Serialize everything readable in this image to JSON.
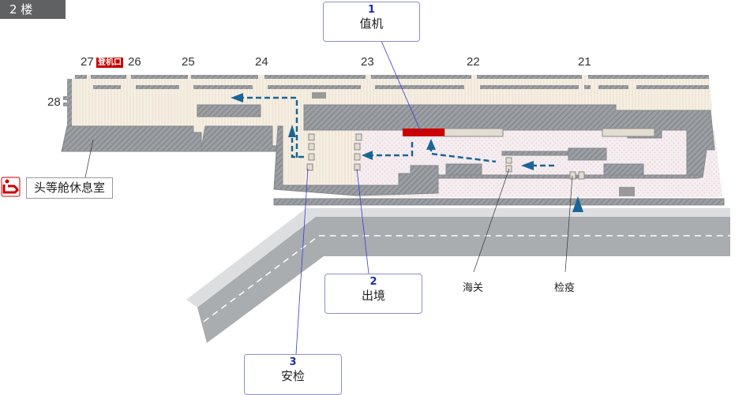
{
  "floor": {
    "label": "2 楼"
  },
  "gates": {
    "g27": "27",
    "g26": "26",
    "g25": "25",
    "g24": "24",
    "g23": "23",
    "g22": "22",
    "g21": "21",
    "g28": "28",
    "boarding_badge": "登机口"
  },
  "callouts": [
    {
      "number": "1",
      "label": "值机"
    },
    {
      "number": "2",
      "label": "出境"
    },
    {
      "number": "3",
      "label": "安检"
    }
  ],
  "labels": {
    "lounge": "头等舱休息室",
    "customs": "海关",
    "quarantine": "检疫"
  },
  "icons": {
    "lounge": "lounge-seat-icon",
    "arrow": "direction-arrow-icon"
  },
  "colors": {
    "wall": "#8f9295",
    "floor": "#f3ecdf",
    "departure_area": "#f4e8ec",
    "arrow": "#1a6596",
    "checkin": "#cc0000",
    "callout_line": "#3a3ad0"
  }
}
